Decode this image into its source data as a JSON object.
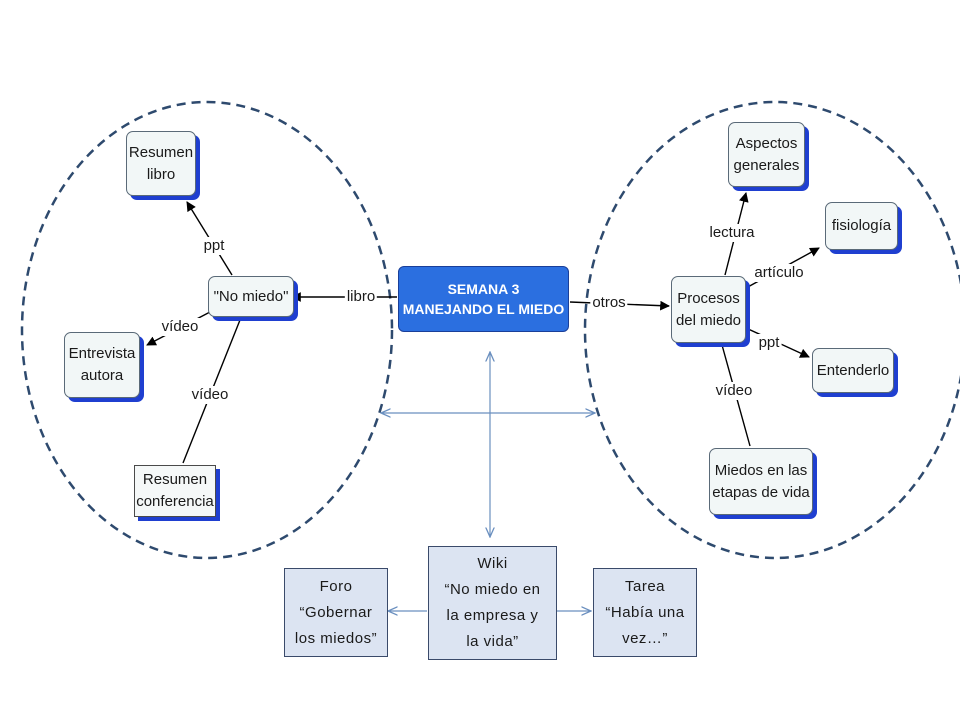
{
  "center": {
    "title": "SEMANA 3\nMANEJANDO EL MIEDO"
  },
  "left_group": {
    "no_miedo": "\"No miedo\"",
    "resumen_libro": "Resumen\nlibro",
    "entrevista_autora": "Entrevista\nautora",
    "resumen_conferencia": "Resumen\nconferencia"
  },
  "right_group": {
    "procesos_miedo": "Procesos\ndel miedo",
    "aspectos_generales": "Aspectos\ngenerales",
    "fisiologia": "fisiología",
    "entenderlo": "Entenderlo",
    "miedos_etapas": "Miedos en las\netapas de vida"
  },
  "bottom": {
    "wiki": "Wiki\n“No miedo en\nla empresa y\nla vida”",
    "foro": "Foro\n“Gobernar\nlos miedos”",
    "tarea": "Tarea\n“Había una\nvez…”"
  },
  "links": {
    "libro": "libro",
    "otros": "otros",
    "ppt_left": "ppt",
    "video_left_upper": "vídeo",
    "video_left_lower": "vídeo",
    "lectura": "lectura",
    "articulo": "artículo",
    "ppt_right": "ppt",
    "video_right": "vídeo"
  },
  "colors": {
    "ring": "#2e4a6e",
    "center_fill": "#2b6fe0",
    "shadow": "#1f3fd0",
    "arrow_thin": "#6a8fbf",
    "task_fill": "#dce4f2"
  }
}
